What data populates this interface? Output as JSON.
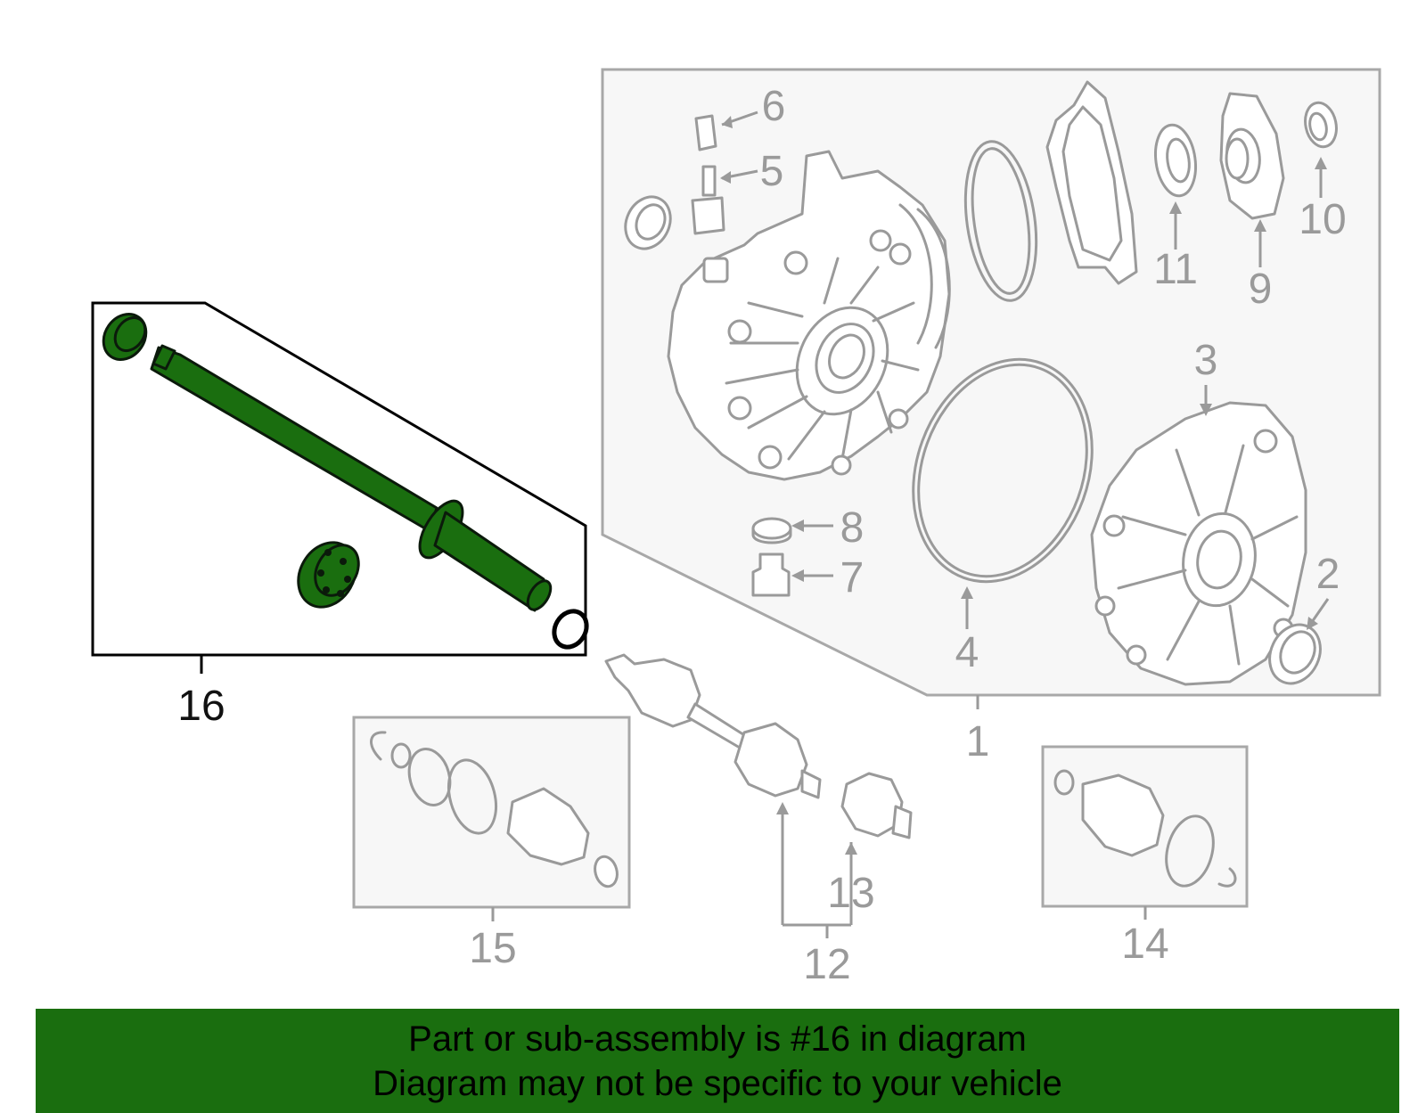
{
  "callouts": {
    "c1": "1",
    "c2": "2",
    "c3": "3",
    "c4": "4",
    "c5": "5",
    "c6": "6",
    "c7": "7",
    "c8": "8",
    "c9": "9",
    "c10": "10",
    "c11": "11",
    "c12": "12",
    "c13": "13",
    "c14": "14",
    "c15": "15",
    "c16": "16"
  },
  "banner": {
    "line1": "Part or sub-assembly is #16 in diagram",
    "line2": "Diagram may not be specific to your vehicle"
  },
  "colors": {
    "highlight": "#1a6e0f",
    "banner_bg": "#1a6e0f",
    "line_art": "#9a9a9a",
    "box_fill": "#f7f7f7"
  }
}
